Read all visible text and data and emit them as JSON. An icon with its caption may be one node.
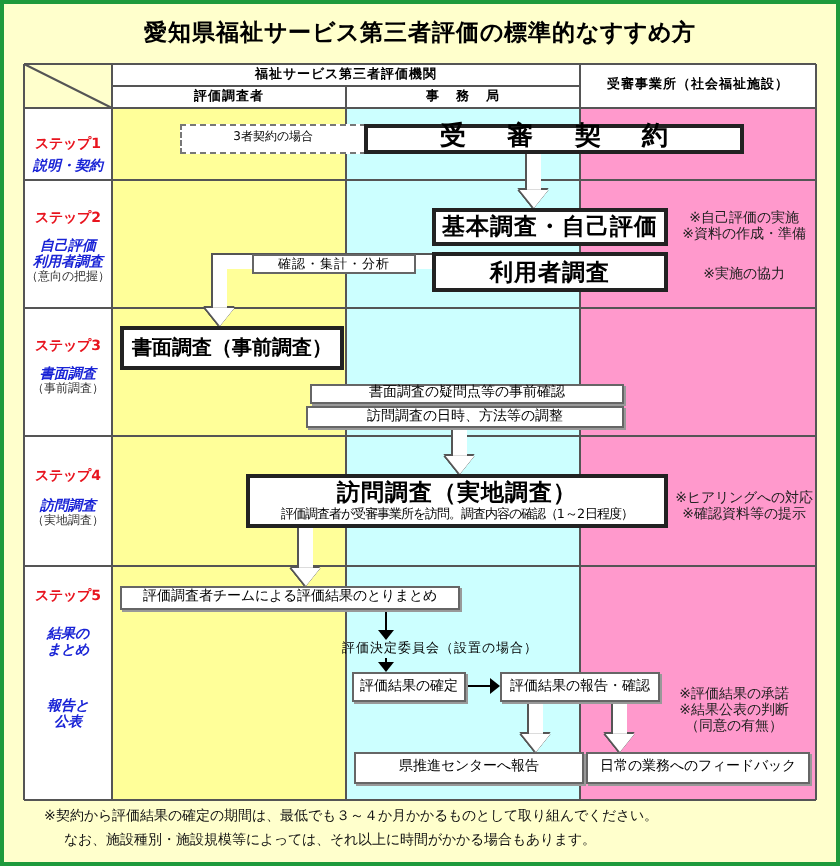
{
  "diagram": {
    "title": "愛知県福祉サービス第三者評価の標準的なすすめ方",
    "nodes": [
      {
        "text": [
          "3者契約の場合"
        ]
      },
      {
        "text": [
          "受審契約"
        ]
      },
      {
        "text": [
          "基本調査・自己評価"
        ],
        "beside": [
          "※自己評価の実施",
          "※資料の作成・準備"
        ]
      },
      {
        "text": [
          "利用者調査"
        ],
        "beside": [
          "※実施の協力"
        ]
      },
      {
        "text": [
          "書面調査（事前調査）"
        ]
      },
      {
        "text": [
          "書面調査の疑問点等の事前確認"
        ]
      },
      {
        "text": [
          "訪問調査の日時、方法等の調整"
        ]
      },
      {
        "text": [
          "訪問調査（実地調査）",
          "評価調査者が受審事業所を訪問。調査内容の確認（1～2日程度）"
        ],
        "beside": [
          "※ヒアリングへの対応",
          "※確認資料等の提示"
        ]
      },
      {
        "text": [
          "評価調査者チームによる評価結果のとりまとめ"
        ]
      },
      {
        "text": [
          "評価決定委員会（設置の場合）"
        ]
      },
      {
        "text": [
          "評価結果の確定"
        ]
      },
      {
        "text": [
          "評価結果の報告・確認"
        ],
        "beside": [
          "※評価結果の承諾",
          "※結果公表の判断（同意の有無）"
        ]
      },
      {
        "text": [
          "県推進センターへ報告"
        ]
      },
      {
        "text": [
          "日常の業務へのフィードバック"
        ]
      }
    ],
    "edges": [
      {
        "from": 1,
        "to": 2,
        "arrow": "to"
      },
      {
        "from": 3,
        "to": 4,
        "arrow": "to",
        "label": "確認・集計・分析"
      },
      {
        "from": 6,
        "to": 7,
        "arrow": "to"
      },
      {
        "from": 7,
        "to": 8,
        "arrow": "to"
      },
      {
        "from": 8,
        "to": 9,
        "arrow": "to",
        "color": "#000000"
      },
      {
        "from": 9,
        "to": 10,
        "arrow": "to",
        "color": "#000000"
      },
      {
        "from": 10,
        "to": 11,
        "arrow": "to",
        "color": "#000000"
      },
      {
        "from": 11,
        "to": 12,
        "arrow": "to"
      },
      {
        "from": 11,
        "to": 13,
        "arrow": "to"
      }
    ],
    "labels": [
      "福祉サービス第三者評価機関",
      "受審事業所（社会福祉施設）",
      "評価調査者",
      "事務局",
      "ステップ1",
      "説明・契約",
      "ステップ2",
      "自己評価",
      "利用者調査",
      "（意向の把握）",
      "ステップ3",
      "書面調査",
      "（事前調査）",
      "ステップ4",
      "訪問調査",
      "（実地調査）",
      "ステップ5",
      "結果のまとめ",
      "報告と公表",
      "※契約から評価結果の確定の期間は、最低でも３～４か月かかるものとして取り組んでください。",
      "なお、施設種別・施設規模等によっては、それ以上に時間がかかる場合もあります。"
    ]
  }
}
